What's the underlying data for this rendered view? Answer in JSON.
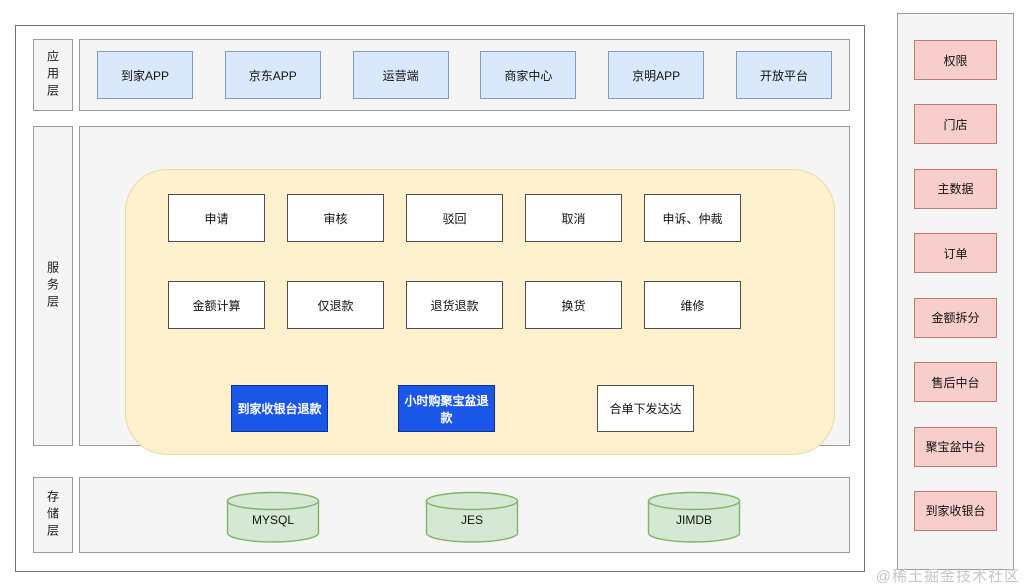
{
  "colors": {
    "app-fill": "#dae8fc",
    "app-stroke": "#7e9cc4",
    "panel-fill": "#fcf1cc",
    "panel-stroke": "#eed9a0",
    "highlight-fill": "#1a56e8",
    "highlight-stroke": "#0d3093",
    "db-fill": "#d5e8d4",
    "db-stroke": "#82b366",
    "side-fill": "#f8cecc",
    "side-stroke": "#bd7a76"
  },
  "layers": {
    "application": {
      "label": "应用层",
      "apps": [
        "到家APP",
        "京东APP",
        "运营端",
        "商家中心",
        "京明APP",
        "开放平台"
      ]
    },
    "service": {
      "label": "服务层",
      "process_row1": [
        "申请",
        "审核",
        "驳回",
        "取消",
        "申诉、仲裁"
      ],
      "process_row2": [
        "金额计算",
        "仅退款",
        "退货退款",
        "换货",
        "维修"
      ],
      "highlight_boxes": [
        "到家收银台退款",
        "小时购聚宝盆退款"
      ],
      "dispatch_box": "合单下发达达"
    },
    "storage": {
      "label": "存储层",
      "databases": [
        "MYSQL",
        "JES",
        "JIMDB"
      ]
    }
  },
  "sidebar": {
    "items": [
      "权限",
      "门店",
      "主数据",
      "订单",
      "金额拆分",
      "售后中台",
      "聚宝盆中台",
      "到家收银台"
    ]
  },
  "watermark": "@稀土掘金技术社区"
}
